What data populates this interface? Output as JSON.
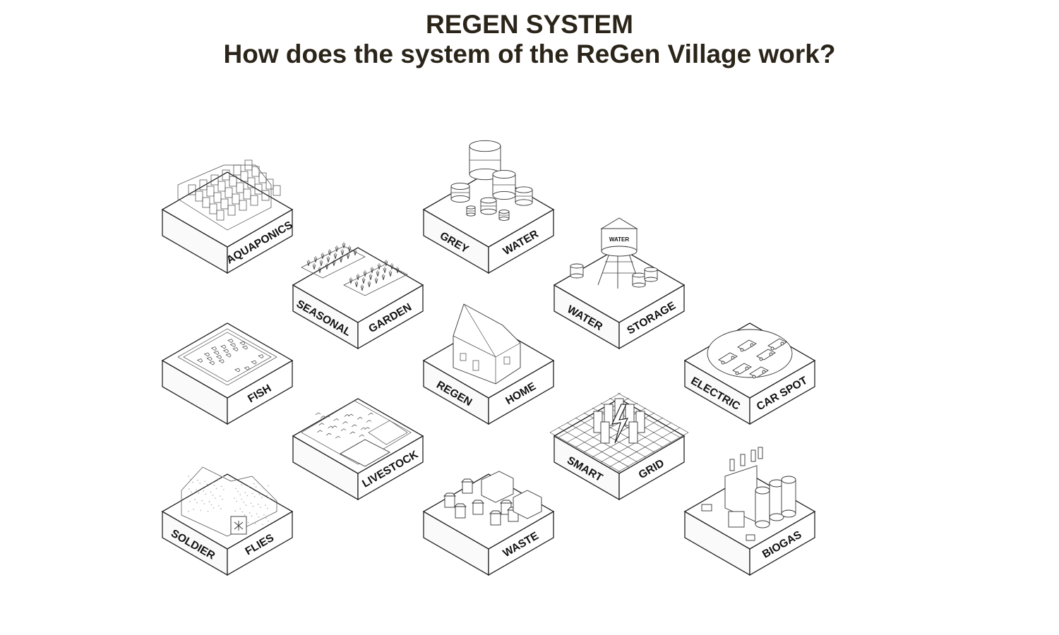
{
  "title": "REGEN SYSTEM",
  "subtitle": "How does the system of the ReGen Village work?",
  "tiles": [
    {
      "id": "aquaponics",
      "left": "",
      "right": "AQUAPONICS"
    },
    {
      "id": "grey-water",
      "left": "GREY",
      "right": "WATER"
    },
    {
      "id": "seasonal-garden",
      "left": "SEASONAL",
      "right": "GARDEN"
    },
    {
      "id": "water-storage",
      "left": "WATER",
      "right": "STORAGE",
      "tank_label": "WATER"
    },
    {
      "id": "fish",
      "left": "",
      "right": "FISH"
    },
    {
      "id": "regen-home",
      "left": "REGEN",
      "right": "HOME"
    },
    {
      "id": "electric-car-spot",
      "left": "ELECTRIC",
      "right": "CAR SPOT"
    },
    {
      "id": "livestock",
      "left": "",
      "right": "LIVESTOCK"
    },
    {
      "id": "smart-grid",
      "left": "SMART",
      "right": "GRID"
    },
    {
      "id": "soldier-flies",
      "left": "SOLDIER",
      "right": "FLIES"
    },
    {
      "id": "waste",
      "left": "",
      "right": "WASTE"
    },
    {
      "id": "biogas",
      "left": "",
      "right": "BIOGAS"
    }
  ]
}
